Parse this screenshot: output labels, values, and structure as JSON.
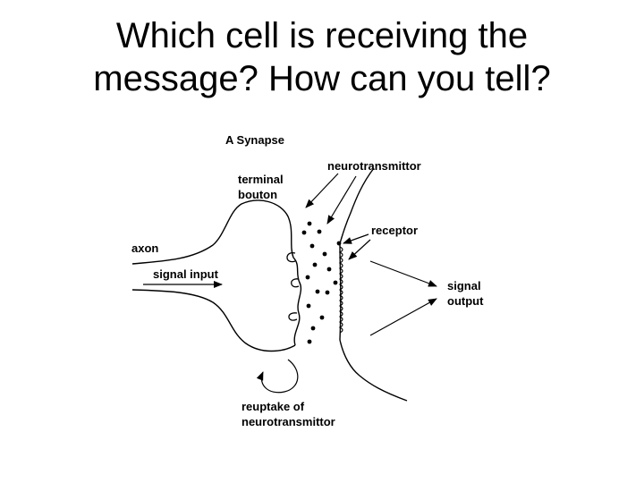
{
  "title": {
    "line1": "Which cell is receiving the",
    "line2": "message? How can you tell?"
  },
  "diagram": {
    "heading": "A Synapse",
    "labels": {
      "neurotransmitter": "neurotransmittor",
      "terminal_line1": "terminal",
      "terminal_line2": "bouton",
      "receptor": "receptor",
      "axon": "axon",
      "signal_input": "signal input",
      "signal_output_line1": "signal",
      "signal_output_line2": "output",
      "reuptake_line1": "reuptake of",
      "reuptake_line2": "neurotransmittor"
    }
  }
}
